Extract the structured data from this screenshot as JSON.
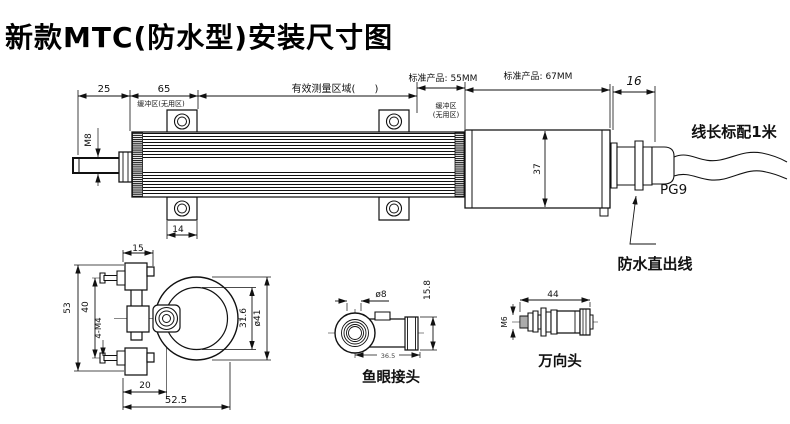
{
  "title": "新款MTC(防水型)安装尺寸图",
  "main": {
    "dims": {
      "rod_extension": "25",
      "left_buffer": "65",
      "effective_zone": "有效测量区域(      )",
      "std55": "标准产品: 55MM",
      "std67": "标准产品: 67MM",
      "gland_length": "16",
      "rod_thread": "M8",
      "head_height": "37",
      "lug_hole": "14"
    },
    "labels": {
      "buffer_note": "缓冲区(无用区)",
      "buffer2_l1": "缓冲区",
      "buffer2_l2": "(无用区)",
      "cable_length": "线长标配1米",
      "gland_type": "PG9",
      "cable_exit": "防水直出线"
    }
  },
  "bracket": {
    "dims": {
      "pad_width": "15",
      "height": "53",
      "hole_spacing": "40",
      "screws": "4-M4",
      "hub_offset": "20",
      "width": "52.5",
      "inner_dia": "31.6",
      "outer_dia": "ø41"
    }
  },
  "fisheye": {
    "dims": {
      "hole_dia": "ø8",
      "nut_height": "15.8",
      "length": "36.5"
    },
    "label": "鱼眼接头"
  },
  "universal": {
    "dims": {
      "length": "44",
      "thread": "M6"
    },
    "label": "万向头"
  }
}
